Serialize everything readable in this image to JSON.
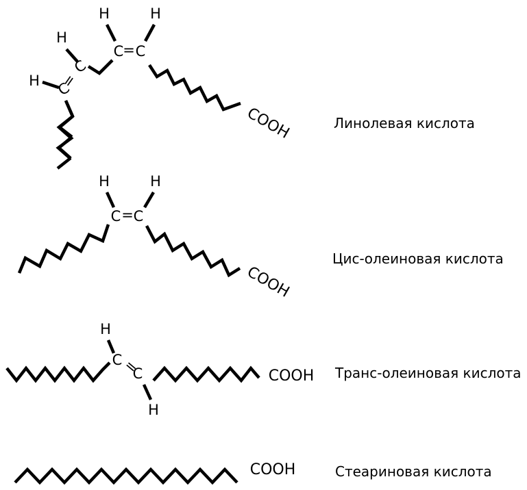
{
  "molecules": [
    {
      "id": "linoleic",
      "label": "Линолевая кислота"
    },
    {
      "id": "cis-oleic",
      "label": "Цис-олеиновая кислота"
    },
    {
      "id": "trans-oleic",
      "label": "Транс-олеиновая кислота"
    },
    {
      "id": "stearic",
      "label": "Стеариновая кислота"
    }
  ],
  "atoms": {
    "hydrogen": "H",
    "carbon": "C",
    "double_bond": "=",
    "carboxyl": "COOH"
  }
}
